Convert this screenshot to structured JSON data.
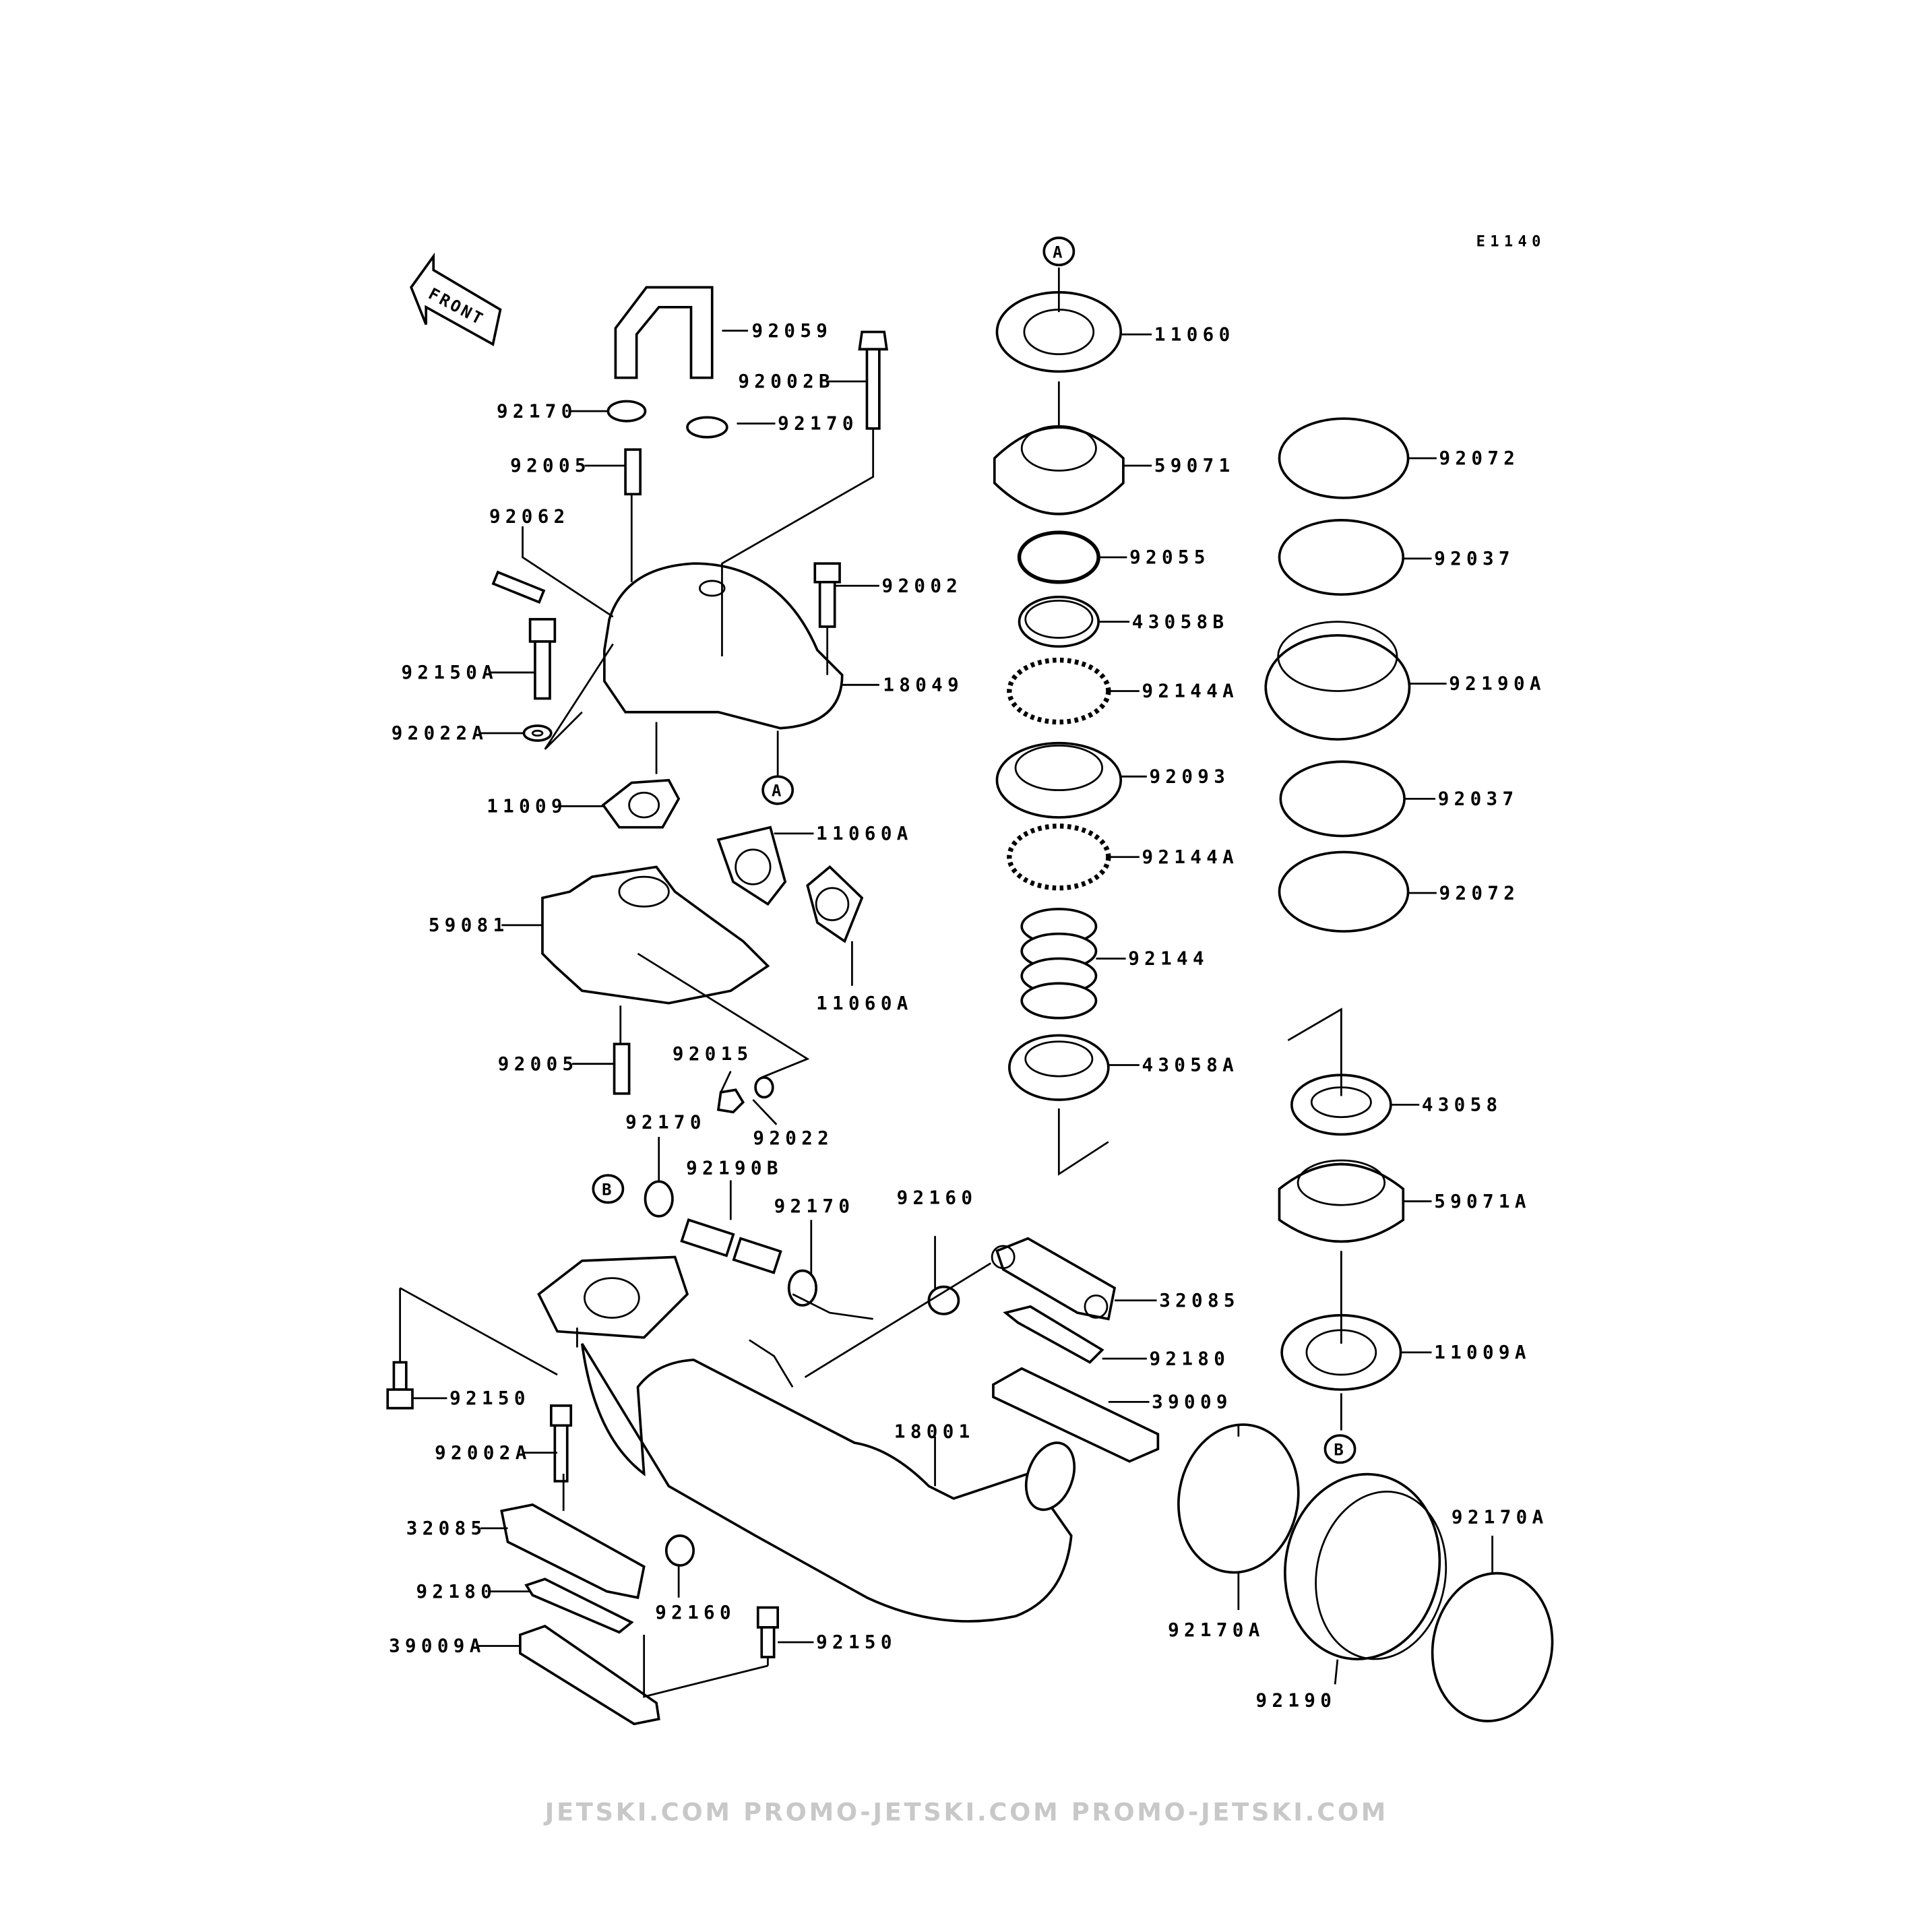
{
  "diagram_code": "E1140",
  "front_label": "FRONT",
  "watermark": "JETSKI.COM  PROMO-JETSKI.COM  PROMO-JETSKI.COM",
  "ref_a": "A",
  "ref_b": "B",
  "labels": [
    "92059",
    "92002B",
    "92170",
    "92170",
    "92005",
    "92062",
    "92002",
    "92150A",
    "18049",
    "92022A",
    "11009",
    "11060A",
    "59081",
    "11060A",
    "92005",
    "92015",
    "92022",
    "92170",
    "92190B",
    "92170",
    "92160",
    "32085",
    "92180",
    "39009",
    "92150",
    "92002A",
    "18001",
    "32085",
    "92180",
    "92160",
    "92150",
    "39009A",
    "92170A",
    "92190",
    "92170A",
    "11060",
    "59071",
    "92055",
    "43058B",
    "92144A",
    "92093",
    "92144A",
    "92144",
    "43058A",
    "92072",
    "92037",
    "92190A",
    "92037",
    "92072",
    "43058",
    "59071A",
    "11009A"
  ]
}
